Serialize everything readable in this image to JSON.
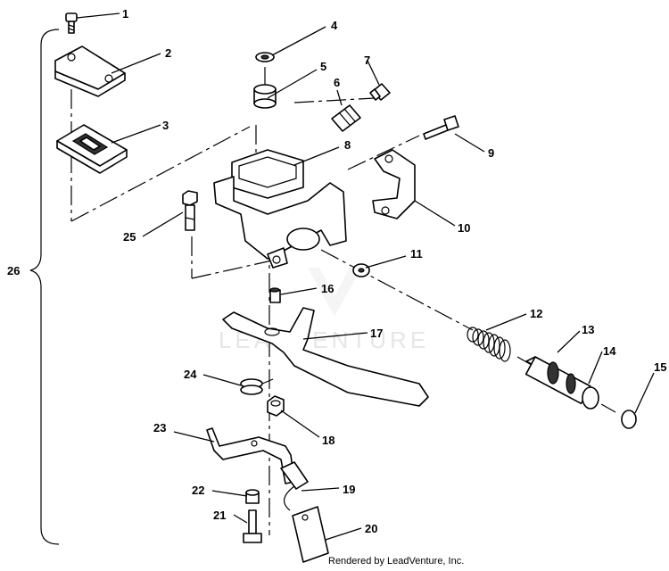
{
  "diagram": {
    "callouts": {
      "c1": "1",
      "c2": "2",
      "c3": "3",
      "c4": "4",
      "c5": "5",
      "c6": "6",
      "c7": "7",
      "c8": "8",
      "c9": "9",
      "c10": "10",
      "c11": "11",
      "c12": "12",
      "c13": "13",
      "c14": "14",
      "c15": "15",
      "c16": "16",
      "c17": "17",
      "c18": "18",
      "c19": "19",
      "c20": "20",
      "c21": "21",
      "c22": "22",
      "c23": "23",
      "c24": "24",
      "c25": "25",
      "c26": "26"
    },
    "watermark": "LEADVENTURE",
    "footer": "Rendered by LeadVenture, Inc."
  }
}
